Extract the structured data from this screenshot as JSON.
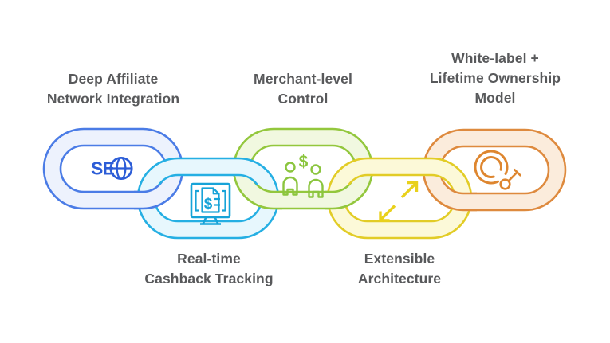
{
  "diagram": {
    "title": "chain-of-five-interlocked-links",
    "colors": {
      "text": "#58595b",
      "background": "#ffffff"
    },
    "items": [
      {
        "label_lines": [
          "Deep Affiliate",
          "Network Integration"
        ],
        "label_position": "top",
        "icon": "seo-globe-icon",
        "icon_text": "SE",
        "link_color": "#4b7ce6",
        "link_fill": "#edf2fd",
        "icon_color": "#2c5dd7"
      },
      {
        "label_lines": [
          "Real-time",
          "Cashback Tracking"
        ],
        "label_position": "bottom",
        "icon": "monitor-cashback-icon",
        "icon_text": "$",
        "link_color": "#25afe3",
        "link_fill": "#e7f7fd",
        "icon_color": "#17a3d8"
      },
      {
        "label_lines": [
          "Merchant-level",
          "Control"
        ],
        "label_position": "top",
        "icon": "people-dollar-icon",
        "icon_text": "$",
        "link_color": "#93c73d",
        "link_fill": "#f1f8e0",
        "icon_color": "#8bc53e"
      },
      {
        "label_lines": [
          "Extensible",
          "Architecture"
        ],
        "label_position": "bottom",
        "icon": "expand-arrows-icon",
        "link_color": "#e2cc26",
        "link_fill": "#fcf9d8",
        "icon_color": "#e9d11c"
      },
      {
        "label_lines": [
          "White-label +",
          "Lifetime Ownership",
          "Model"
        ],
        "label_position": "top",
        "icon": "stamp-key-icon",
        "link_color": "#de8a3e",
        "link_fill": "#fbecdc",
        "icon_color": "#de862f"
      }
    ]
  }
}
